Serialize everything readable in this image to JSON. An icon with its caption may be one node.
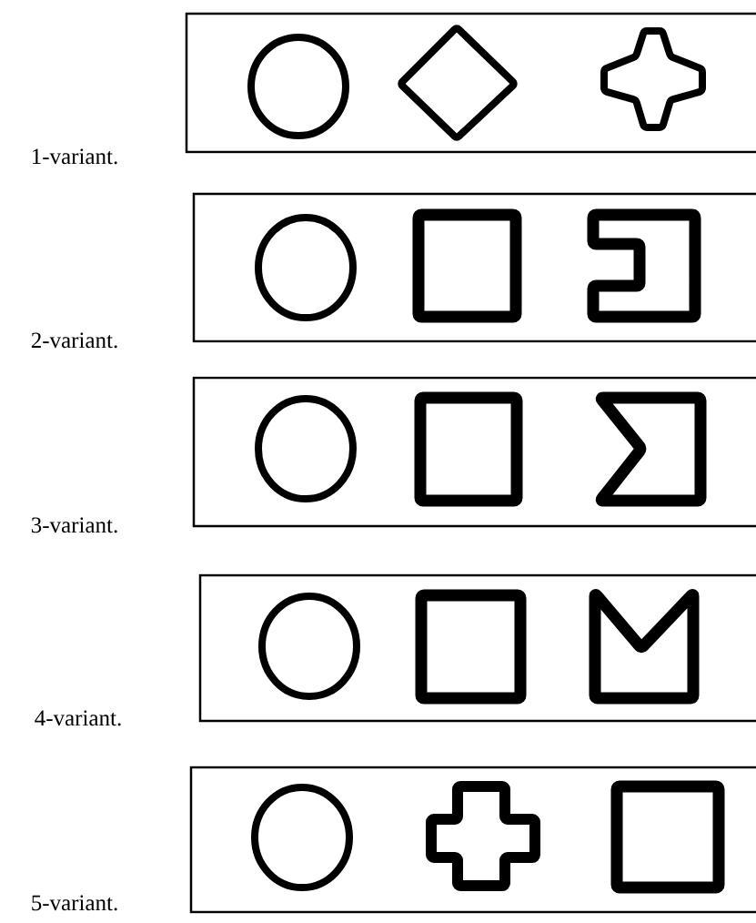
{
  "diagram": {
    "labels": [
      "1-variant.",
      "2-variant.",
      "3-variant.",
      "4-variant.",
      "5-variant."
    ]
  }
}
